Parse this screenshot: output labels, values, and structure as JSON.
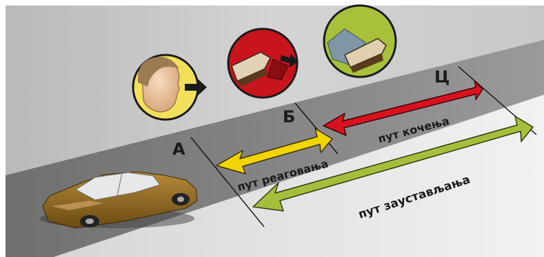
{
  "points": {
    "a": "А",
    "b": "Б",
    "c": "Ц"
  },
  "paths": {
    "reaction": "пут реаговања",
    "braking": "пут кочења",
    "stopping": "пут заустављања"
  },
  "colors": {
    "reaction_arrow": "#f2d400",
    "braking_arrow": "#d8121f",
    "stopping_arrow": "#a4bf3c",
    "road": "#8f8f8f",
    "sidewalk": "#d8d8d8"
  },
  "icons": [
    "driver-head-icon",
    "foot-on-brake-pedal-icon",
    "pressed-brake-pedal-icon"
  ]
}
